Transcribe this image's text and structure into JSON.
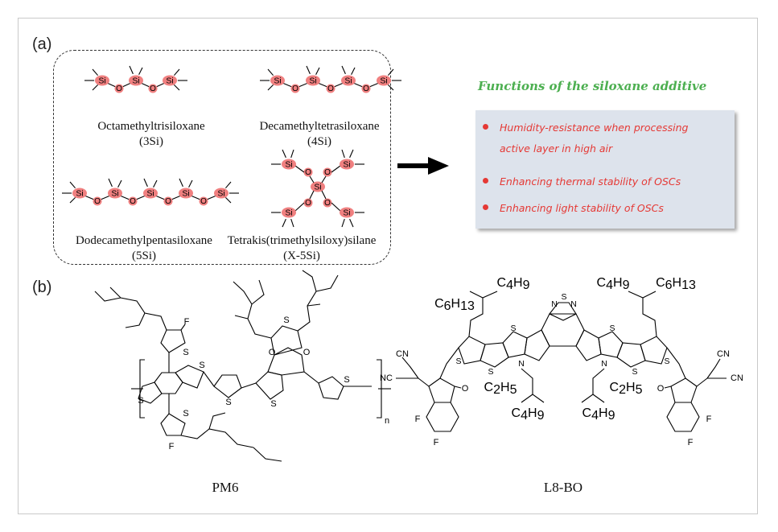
{
  "panels": {
    "a": "(a)",
    "b": "(b)"
  },
  "molecules": [
    {
      "name": "Octamethyltrisiloxane",
      "abbr": "(3Si)"
    },
    {
      "name": "Decamethyltetrasiloxane",
      "abbr": "(4Si)"
    },
    {
      "name": "Dodecamethylpentasiloxane",
      "abbr": "(5Si)"
    },
    {
      "name": "Tetrakis(trimethylsiloxy)silane",
      "abbr": "(X-5Si)"
    }
  ],
  "atoms": {
    "si": "Si",
    "o": "O"
  },
  "functions": {
    "title": "Functions of the siloxane additive",
    "items": [
      "Humidity-resistance when processing",
      "active layer in high air",
      "Enhancing thermal stability of OSCs",
      "Enhancing light stability of OSCs"
    ]
  },
  "polymers": {
    "pm6": "PM6",
    "l8bo": "L8-BO"
  },
  "chem_labels": {
    "F": "F",
    "S": "S",
    "O": "O",
    "N": "N",
    "CN": "CN",
    "NC": "NC",
    "n": "n",
    "C6H13": "C6H13",
    "C4H9": "C4H9",
    "C2H5": "C2H5"
  },
  "colors": {
    "si_highlight": "#f08080",
    "function_text": "#e53935",
    "function_title": "#4caf50",
    "function_box": "#dde3ec"
  }
}
